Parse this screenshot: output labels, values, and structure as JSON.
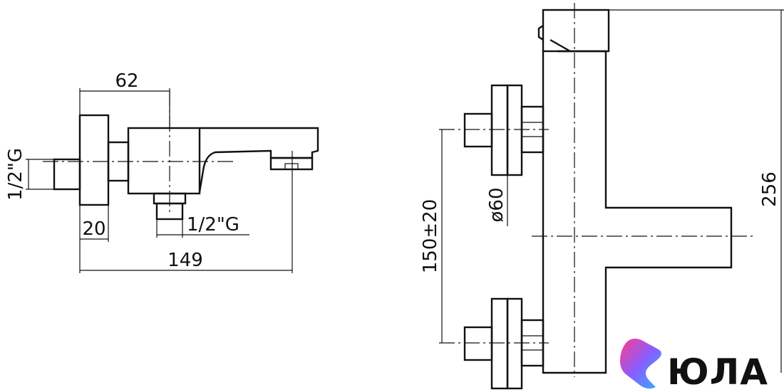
{
  "dimensions": {
    "body_length": "62",
    "inlet_thread_left": "1/2\"G",
    "flange_width": "20",
    "outlet_thread": "1/2\"G",
    "total_reach": "149",
    "flange_diameter": "ø60",
    "inlet_spacing": "150±20",
    "total_height": "256"
  },
  "logo": {
    "text": "ЮЛА",
    "gradient": [
      "#ff3d8b",
      "#8a5cff",
      "#2fb6ff"
    ]
  }
}
